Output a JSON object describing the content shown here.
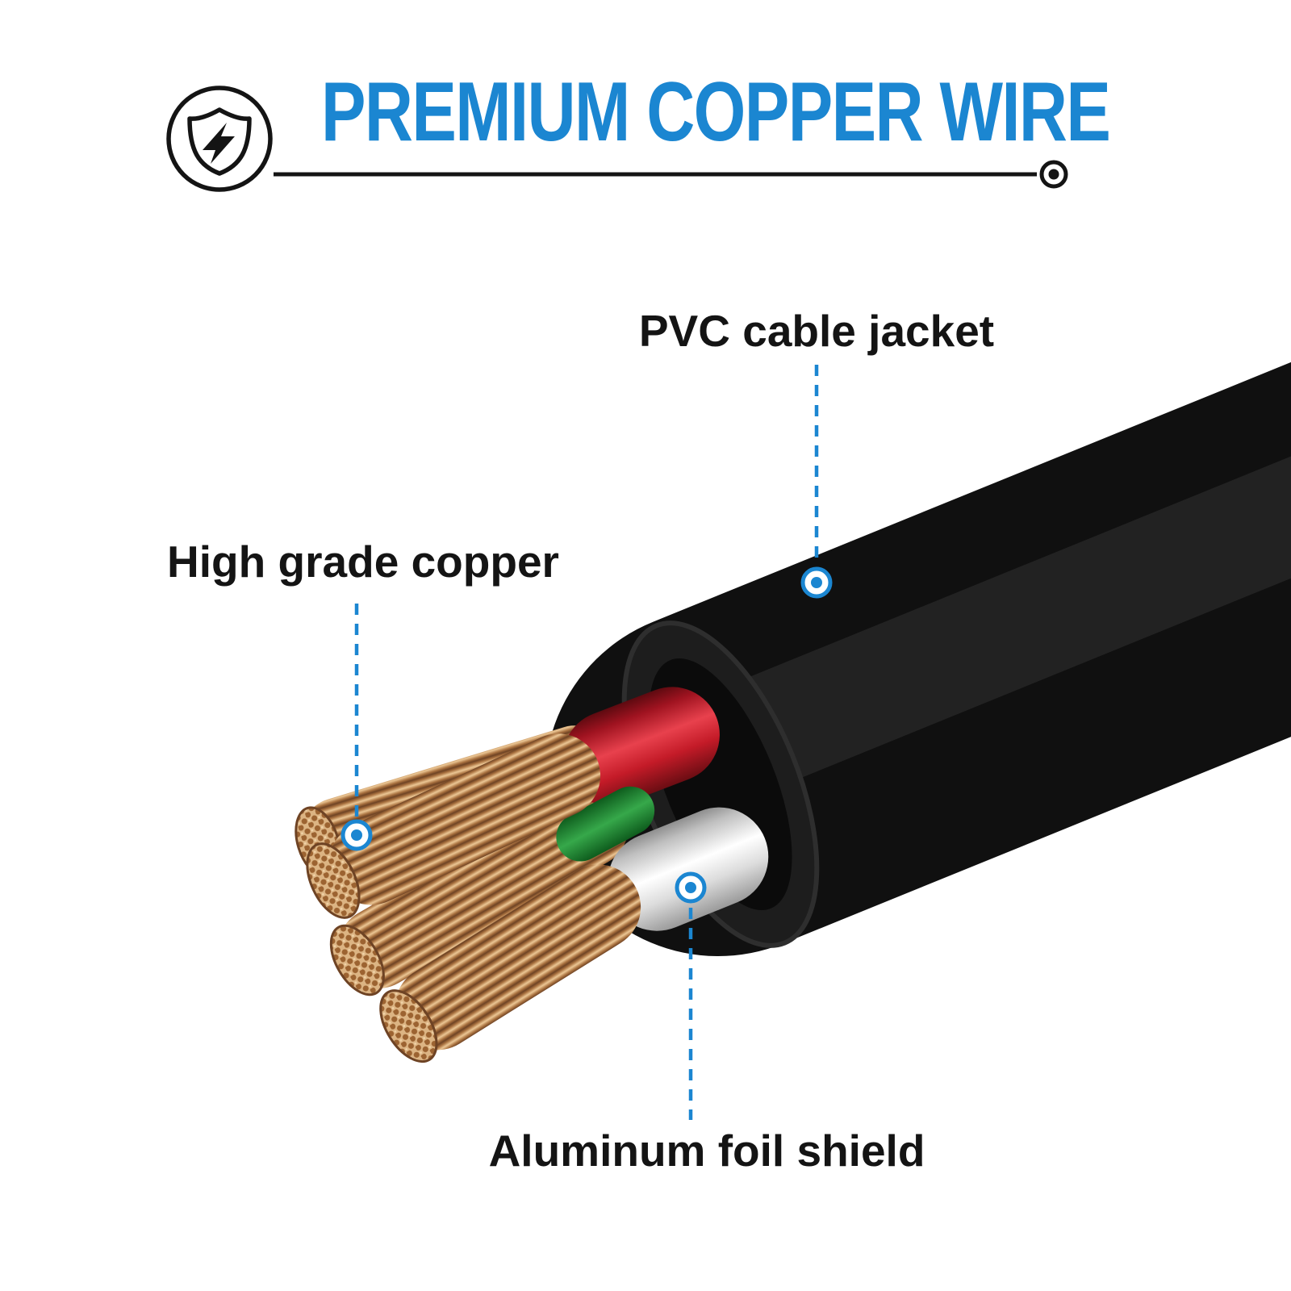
{
  "header": {
    "title": "PREMIUM COPPER WIRE",
    "icon": "shield-lightning-icon"
  },
  "callouts": {
    "pvc": {
      "label": "PVC cable jacket"
    },
    "copper": {
      "label": "High grade copper"
    },
    "foil": {
      "label": "Aluminum foil shield"
    }
  },
  "illustration": {
    "subject": "cut black cable end exposing inner wires and bare copper strand bundles",
    "parts": [
      "black PVC jacket",
      "red insulated wire",
      "green insulated wire",
      "white insulated wire (foil shield)",
      "bare copper strand bundles"
    ]
  },
  "colors": {
    "accent": "#1b86d1",
    "ink": "#141414",
    "jacket": "#101010",
    "copper": "#c88f5c",
    "red_wire": "#c41b28",
    "white_wire": "#f2f2f2",
    "green_wire": "#2e9e43",
    "background": "#ffffff"
  }
}
